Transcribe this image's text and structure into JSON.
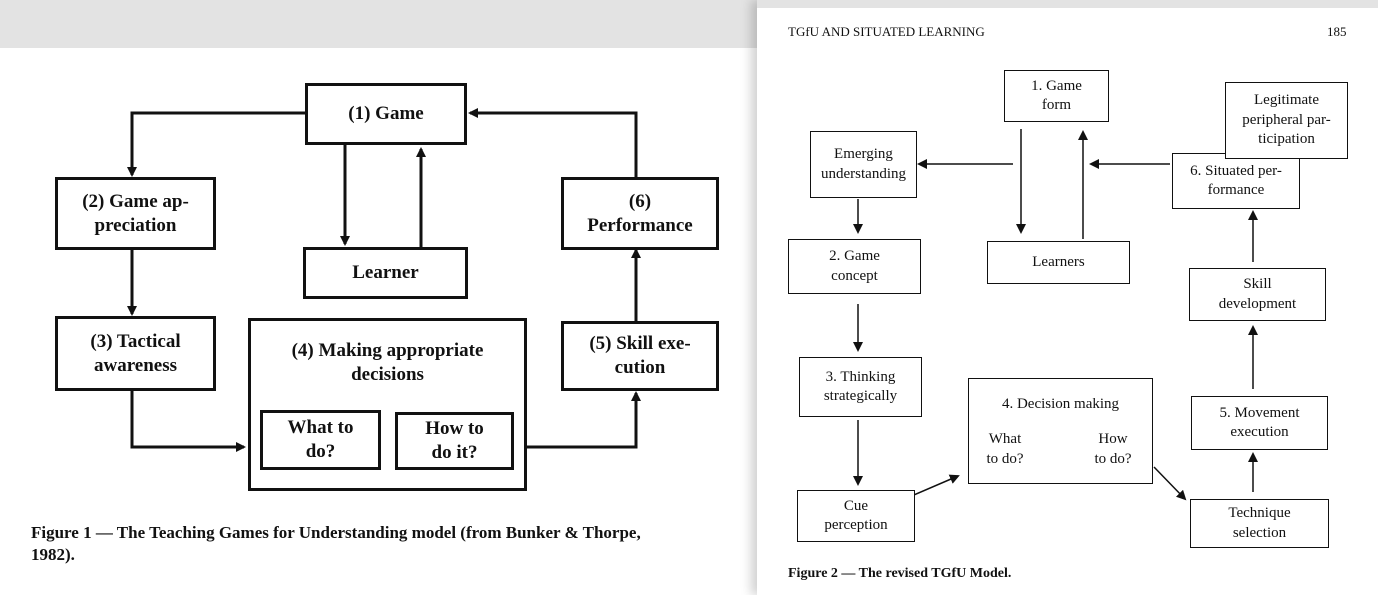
{
  "fig1": {
    "game": "(1) Game",
    "appreciation": "(2) Game ap-\npreciation",
    "tactical": "(3) Tactical\nawareness",
    "decisions": "(4) Making appropriate\ndecisions",
    "what": "What to\ndo?",
    "how": "How to\ndo it?",
    "learner": "Learner",
    "skill": "(5) Skill exe-\ncution",
    "performance": "(6)\nPerformance",
    "caption": "Figure 1 — The Teaching Games for Understanding model (from Bunker & Thorpe,\n1982)."
  },
  "fig2": {
    "header_title": "TGfU AND SITUATED LEARNING",
    "page_number": "185",
    "game_form": "1. Game\nform",
    "emerging": "Emerging\nunderstanding",
    "game_concept": "2. Game\nconcept",
    "thinking": "3. Thinking\nstrategically",
    "cue": "Cue\nperception",
    "decision_title": "4. Decision making",
    "what": "What\nto do?",
    "how": "How\nto do?",
    "learners": "Learners",
    "technique": "Technique\nselection",
    "movement": "5. Movement\nexecution",
    "skill_dev": "Skill\ndevelopment",
    "situated": "6. Situated per-\nformance",
    "legitimate": "Legitimate\nperipheral par-\nticipation",
    "caption": "Figure 2 — The revised TGfU Model."
  }
}
